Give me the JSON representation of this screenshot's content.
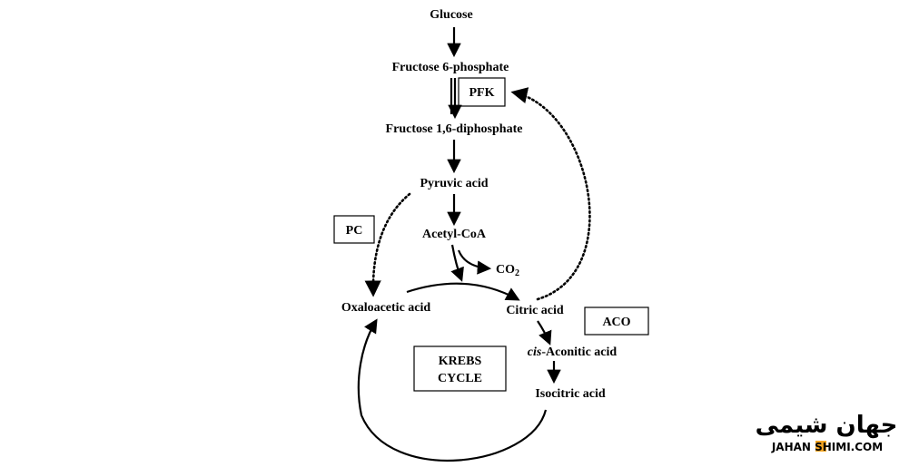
{
  "nodes": {
    "glucose": "Glucose",
    "fructose6p": "Fructose 6-phosphate",
    "fructose16dp": "Fructose 1,6-diphosphate",
    "pyruvic": "Pyruvic acid",
    "acetylcoa": "Acetyl-CoA",
    "co2_base": "CO",
    "co2_sub": "2",
    "oxaloacetic": "Oxaloacetic acid",
    "citric": "Citric acid",
    "cis_prefix": "cis",
    "cis_rest": "-Aconitic acid",
    "isocitric": "Isocitric acid"
  },
  "enzymes": {
    "pfk": "PFK",
    "pc": "PC",
    "aco": "ACO"
  },
  "cycle_label": {
    "line1": "KREBS",
    "line2": "CYCLE"
  },
  "watermark": {
    "logo_text": "جهان شیمی",
    "url": "JAHAN SHIMI.COM"
  }
}
